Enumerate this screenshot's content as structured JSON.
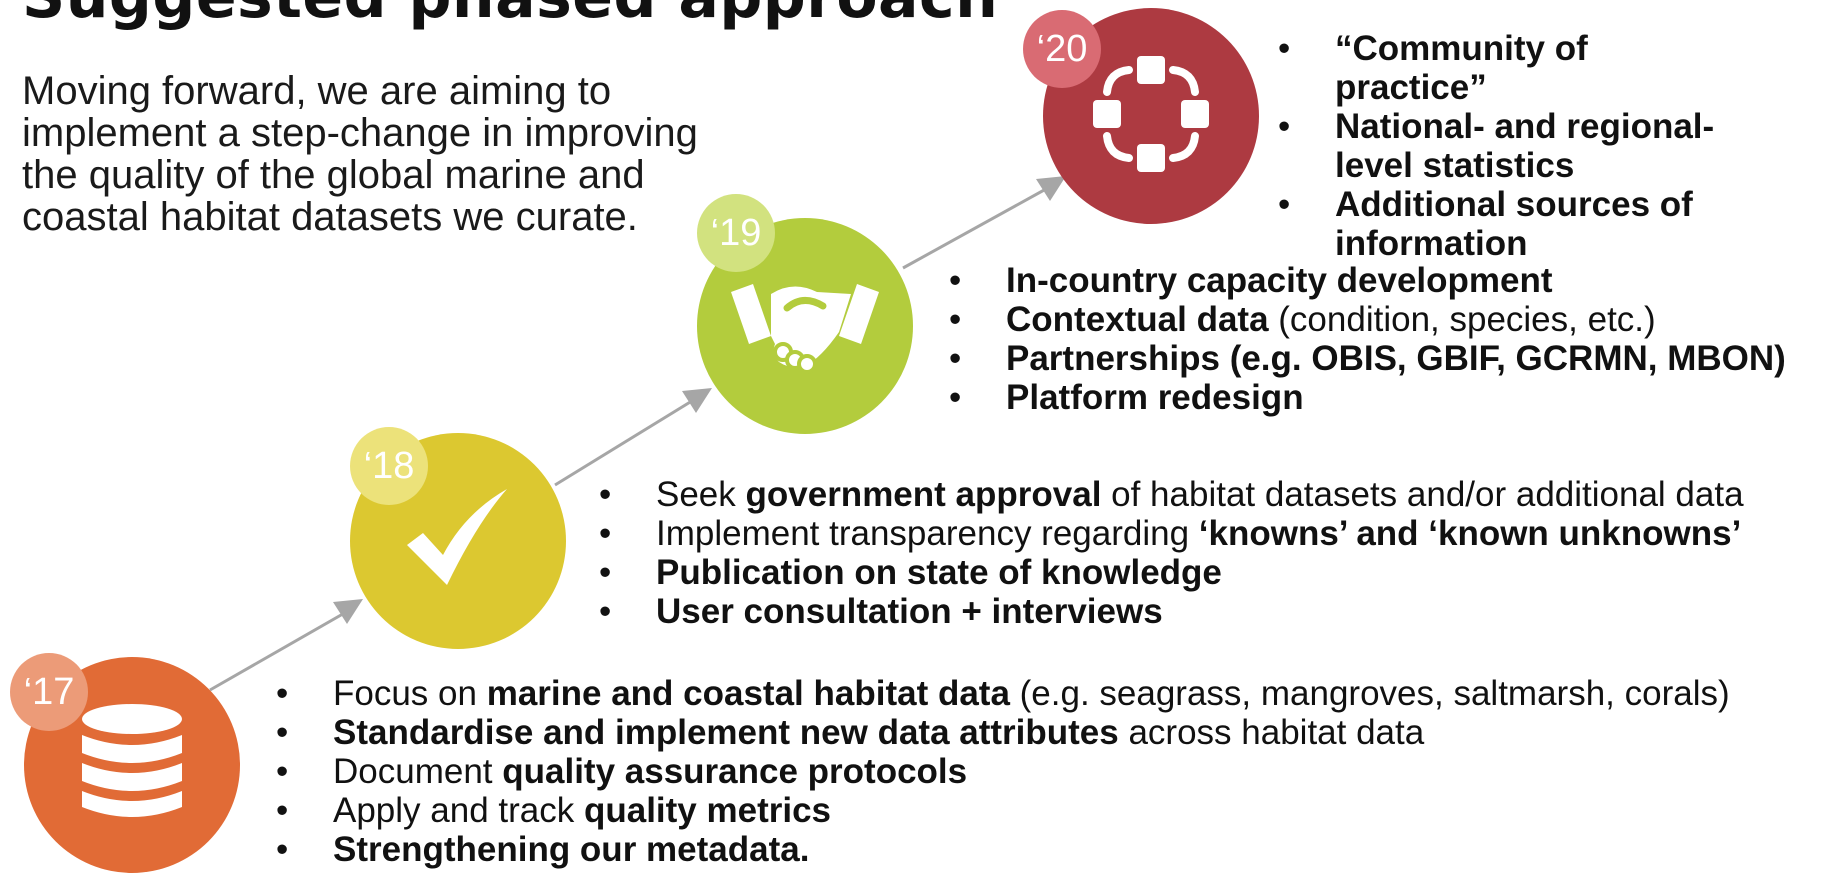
{
  "title": "Suggested phased approach",
  "intro": "Moving forward, we are aiming to implement a step-change in improving the quality of the global marine and coastal habitat datasets we curate.",
  "colors": {
    "y17": "#e16b36",
    "y17_badge": "#ec9b78",
    "y18": "#dcc830",
    "y18_badge": "#ece27a",
    "y19": "#b3cc3d",
    "y19_badge": "#d2e27f",
    "y20": "#ad3a41",
    "y20_badge": "#d96b73",
    "arrow": "#a6a6a6"
  },
  "phases": [
    {
      "year": "‘17",
      "icon": "database-icon",
      "items": [
        {
          "parts": [
            {
              "t": "Focus on ",
              "b": false
            },
            {
              "t": "marine and coastal habitat data",
              "b": true
            },
            {
              "t": " (e.g. seagrass, mangroves, saltmarsh, corals)",
              "b": false
            }
          ]
        },
        {
          "parts": [
            {
              "t": "Standardise and implement new data attributes",
              "b": true
            },
            {
              "t": " across habitat data",
              "b": false
            }
          ]
        },
        {
          "parts": [
            {
              "t": "Document ",
              "b": false
            },
            {
              "t": "quality assurance protocols",
              "b": true
            }
          ]
        },
        {
          "parts": [
            {
              "t": "Apply and track ",
              "b": false
            },
            {
              "t": "quality metrics",
              "b": true
            }
          ]
        },
        {
          "parts": [
            {
              "t": "Strengthening our metadata.",
              "b": true
            }
          ]
        }
      ]
    },
    {
      "year": "‘18",
      "icon": "checkmark-icon",
      "items": [
        {
          "parts": [
            {
              "t": "Seek ",
              "b": false
            },
            {
              "t": "government approval",
              "b": true
            },
            {
              "t": " of habitat datasets and/or additional data",
              "b": false
            }
          ]
        },
        {
          "parts": [
            {
              "t": "Implement transparency regarding ",
              "b": false
            },
            {
              "t": "‘knowns’ and ‘known unknowns’",
              "b": true
            }
          ]
        },
        {
          "parts": [
            {
              "t": "Publication on state of knowledge",
              "b": true
            }
          ]
        },
        {
          "parts": [
            {
              "t": "User consultation + interviews",
              "b": true
            }
          ]
        }
      ]
    },
    {
      "year": "‘19",
      "icon": "handshake-icon",
      "items": [
        {
          "parts": [
            {
              "t": "In-country capacity development",
              "b": true
            }
          ]
        },
        {
          "parts": [
            {
              "t": "Contextual data",
              "b": true
            },
            {
              "t": " (condition, species, etc.)",
              "b": false
            }
          ]
        },
        {
          "parts": [
            {
              "t": "Partnerships (e.g. OBIS, GBIF, GCRMN, MBON)",
              "b": true
            }
          ]
        },
        {
          "parts": [
            {
              "t": "Platform redesign",
              "b": true
            }
          ]
        }
      ]
    },
    {
      "year": "‘20",
      "icon": "network-icon",
      "items": [
        {
          "parts": [
            {
              "t": "“Community of practice”",
              "b": true
            }
          ]
        },
        {
          "parts": [
            {
              "t": "National- and regional-level statistics",
              "b": true
            }
          ]
        },
        {
          "parts": [
            {
              "t": "Additional sources of information",
              "b": true
            }
          ]
        }
      ]
    }
  ]
}
